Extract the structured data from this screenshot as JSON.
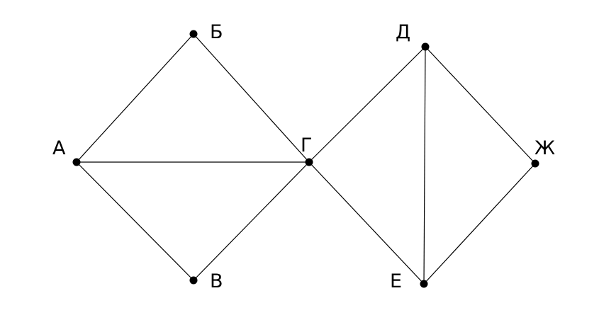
{
  "graph": {
    "vertices": [
      "А",
      "Б",
      "В",
      "Г",
      "Д",
      "Е",
      "Ж"
    ],
    "edges": [
      [
        "А",
        "Б"
      ],
      [
        "А",
        "Г"
      ],
      [
        "А",
        "В"
      ],
      [
        "Б",
        "Г"
      ],
      [
        "В",
        "Г"
      ],
      [
        "Г",
        "Д"
      ],
      [
        "Г",
        "Е"
      ],
      [
        "Д",
        "Е"
      ],
      [
        "Д",
        "Ж"
      ],
      [
        "Е",
        "Ж"
      ]
    ],
    "colors": {
      "stroke": "#000000",
      "node": "#000000"
    }
  }
}
